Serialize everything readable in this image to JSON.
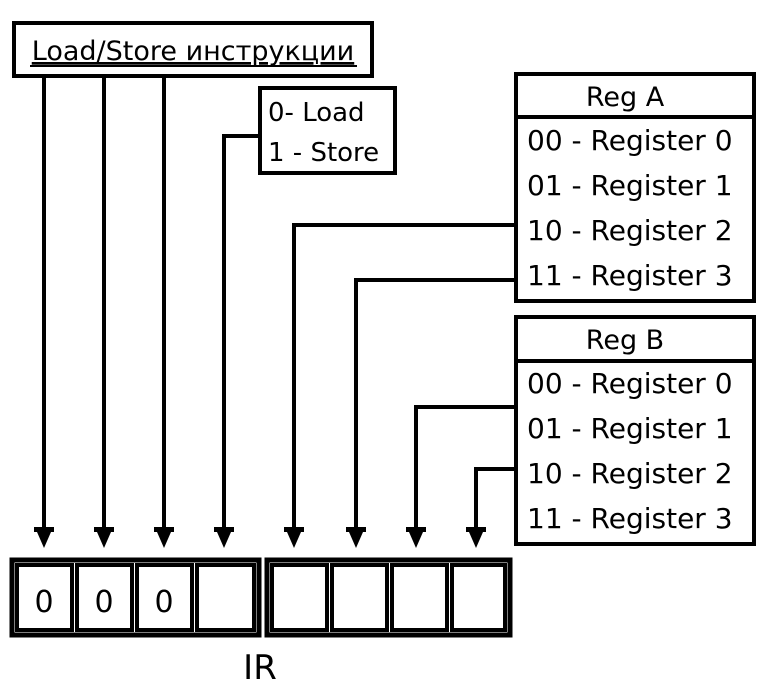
{
  "instructions_box": {
    "label": "Load/Store инструкции"
  },
  "op_box": {
    "lines": [
      "0- Load",
      "1 - Store"
    ]
  },
  "reg_a": {
    "title": "Reg A",
    "rows": [
      "00 - Register 0",
      "01 - Register 1",
      "10 - Register 2",
      "11 - Register 3"
    ]
  },
  "reg_b": {
    "title": "Reg B",
    "rows": [
      "00 - Register 0",
      "01 - Register 1",
      "10 - Register 2",
      "11 - Register 3"
    ]
  },
  "ir": {
    "label": "IR",
    "cells": [
      "0",
      "0",
      "0",
      "",
      "",
      "",
      "",
      ""
    ]
  }
}
